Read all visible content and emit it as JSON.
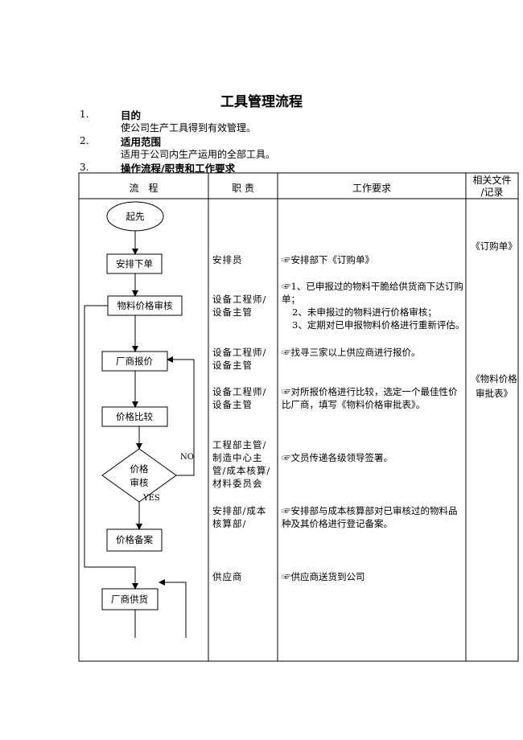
{
  "title": "工具管理流程",
  "sections": [
    {
      "num": "1.",
      "heading": "目的",
      "text": "使公司生产工具得到有效管理。"
    },
    {
      "num": "2.",
      "heading": "适用范围",
      "text": "适用于公司内生产运用的全部工具。"
    },
    {
      "num": "3.",
      "heading": "操作流程/职责和工作要求"
    }
  ],
  "table": {
    "headers": {
      "flow": "流　程",
      "role": "职 责",
      "req": "工作要求",
      "rec_line1": "相关文件",
      "rec_line2": "/记录"
    }
  },
  "flow": {
    "start": "起先",
    "step1": "安排下单",
    "step2": "物料价格审核",
    "step3": "厂商报价",
    "step4": "价格比较",
    "decision_line1": "价格",
    "decision_line2": "审核",
    "no": "NO",
    "yes": "YES",
    "step5": "价格备案",
    "step6": "厂商供货"
  },
  "rows": {
    "r1": {
      "role": "安排员",
      "req": "☞安排部下《订购单》"
    },
    "r2": {
      "role": "设备工程师/设备主管",
      "req1": "☞1、已申报过的物料干脆给供货商下达订购单；",
      "req2": "2、未申报过的物料进行价格审核；",
      "req3": "3、定期对已申报物料价格进行重新评估。"
    },
    "r3": {
      "role": "设备工程师/设备主管",
      "req": "☞找寻三家以上供应商进行报价。"
    },
    "r4": {
      "role": "设备工程师/设备主管",
      "req": "☞对所报价格进行比较，选定一个最佳性价比厂商，填写《物料价格审批表》。"
    },
    "r5": {
      "role": "工程部主管/制造中心主管/成本核算/材料委员会",
      "req": "☞文员传递各级领导签署。"
    },
    "r6": {
      "role": "安排部/成本核算部/",
      "req": "☞安排部与成本核算部对已审核过的物料品种及其价格进行登记备案。"
    },
    "r7": {
      "role": "供应商",
      "req": "☞供应商送货到公司"
    }
  },
  "records": {
    "rec1": "《订购单》",
    "rec2": "《物料价格审批表》"
  }
}
